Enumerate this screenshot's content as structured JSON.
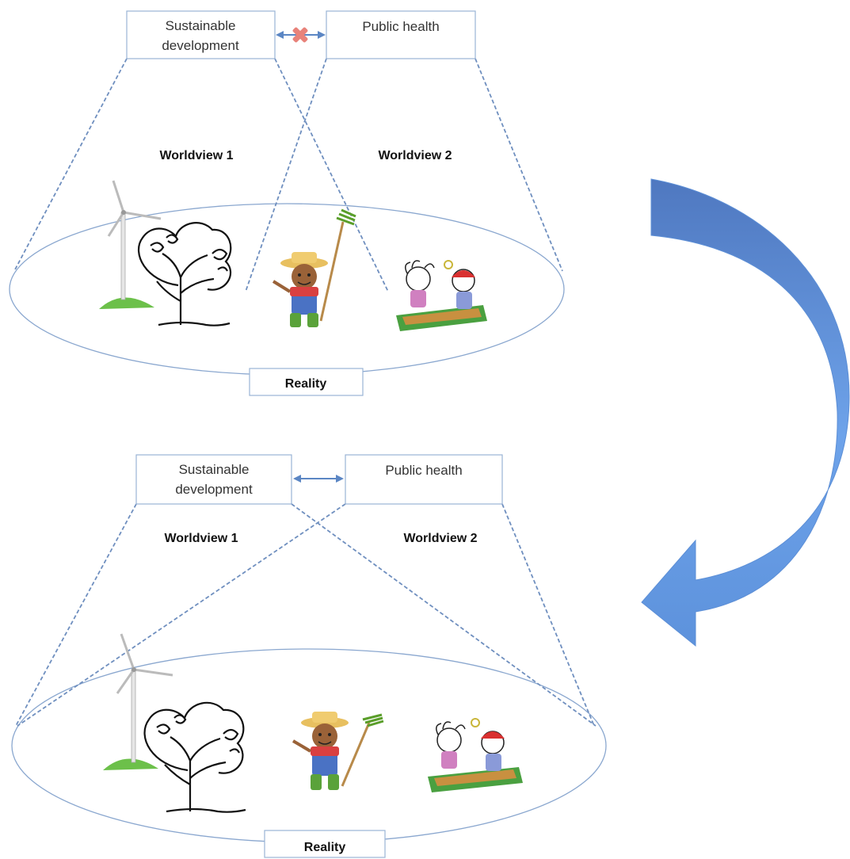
{
  "panels": [
    {
      "label_sd_line1": "Sustainable",
      "label_sd_line2": "development",
      "label_ph": "Public health",
      "worldview1": "Worldview 1",
      "worldview2": "Worldview 2",
      "reality": "Reality",
      "connection": "blocked",
      "connector_icon": "red-cross-icon"
    },
    {
      "label_sd_line1": "Sustainable",
      "label_sd_line2": "development",
      "label_ph": "Public health",
      "worldview1": "Worldview 1",
      "worldview2": "Worldview 2",
      "reality": "Reality",
      "connection": "open",
      "connector_icon": "double-arrow-icon"
    }
  ],
  "transition_icon": "curved-arrow-icon",
  "illustrations": [
    "wind-turbine-icon",
    "tree-icon",
    "farmer-icon",
    "children-sandbox-icon"
  ],
  "colors": {
    "box_border": "#9ab3d6",
    "beam": "#6f8fbf",
    "arrow_light": "#7aaef0",
    "arrow_dark": "#4d7fc9",
    "cross": "#e8827a"
  }
}
